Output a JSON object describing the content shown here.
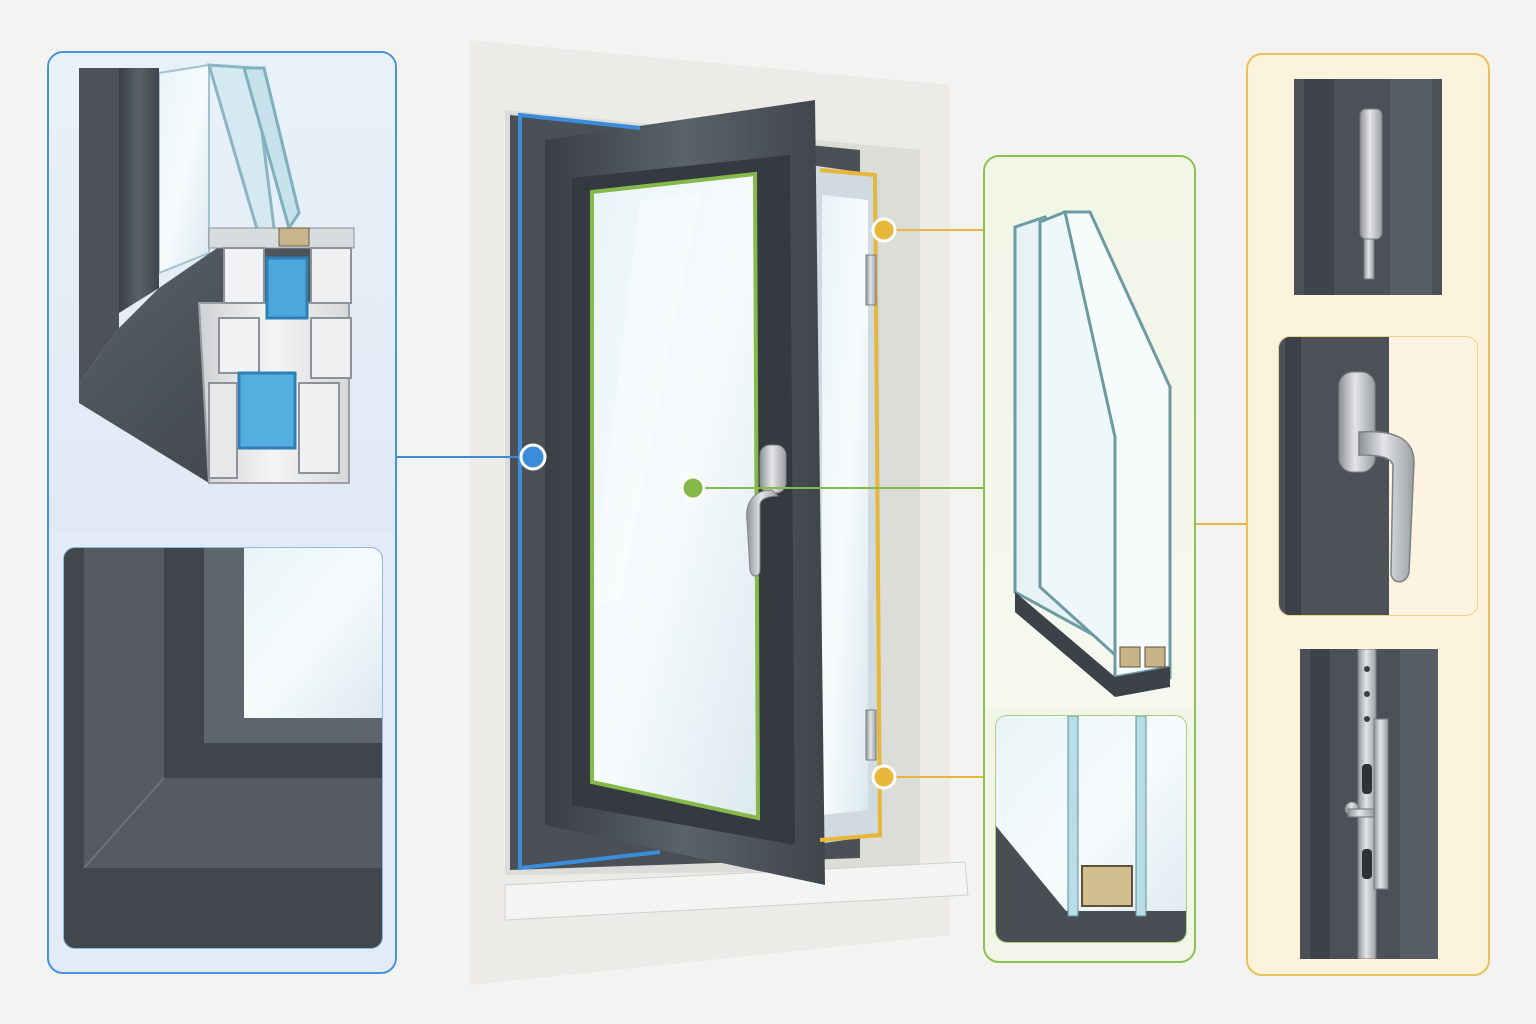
{
  "colors": {
    "background": "#f3f3f1",
    "frame_accent": "#3b8ddb",
    "glazing_accent": "#86b94a",
    "hardware_accent": "#e7b73a",
    "profile_anthracite": "#474d54",
    "glass_tint": "#dfeef4",
    "steel": "#b9bdc1",
    "wall": "#ebeae7"
  },
  "callouts": [
    {
      "id": "frame",
      "icon": "blue-dot-icon",
      "color": "#3b8ddb"
    },
    {
      "id": "glazing",
      "icon": "green-dot-icon",
      "color": "#86b94a"
    },
    {
      "id": "hinge",
      "icon": "yellow-dot-icon",
      "color": "#e7b73a"
    },
    {
      "id": "lock",
      "icon": "yellow-dot-icon",
      "color": "#e7b73a"
    }
  ],
  "panels": {
    "frame": [
      "profile-cross-section",
      "frame-corner-detail"
    ],
    "glazing": [
      "triple-glazing-unit",
      "glazing-edge-spacer-detail"
    ],
    "hardware": [
      "hinge-detail",
      "handle-detail",
      "lock-mechanism-detail"
    ]
  }
}
